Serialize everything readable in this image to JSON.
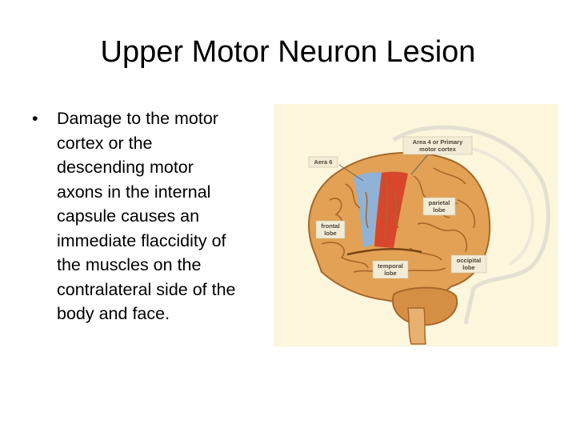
{
  "slide": {
    "title": "Upper Motor Neuron Lesion",
    "bullets": [
      {
        "marker": "•",
        "lines": [
          "Damage to the motor",
          "cortex or the",
          "descending motor",
          "axons in the internal",
          "capsule causes an",
          "immediate flaccidity of",
          "the muscles on the",
          "contralateral side of the",
          "body and face."
        ]
      }
    ]
  },
  "figure": {
    "labels": {
      "area4": [
        "Area 4 or Primary",
        "motor cortex"
      ],
      "area6": "Aera 6",
      "frontal": [
        "frontal",
        "lobe"
      ],
      "parietal": [
        "parietal",
        "lobe"
      ],
      "temporal": [
        "temporal",
        "lobe"
      ],
      "occipital": [
        "occipital",
        "lobe"
      ]
    },
    "colors": {
      "background": "#fbf6dc",
      "brain": "#e2a154",
      "area4": "#d8462c",
      "area6": "#8fb2d6"
    }
  }
}
